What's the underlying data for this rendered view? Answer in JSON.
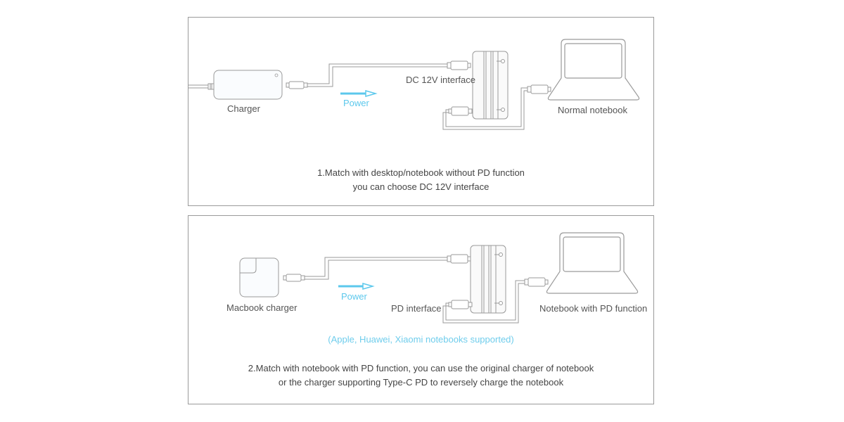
{
  "colors": {
    "accent": "#5cc8ec",
    "line": "#9a9a9a",
    "text": "#555555"
  },
  "panels": [
    {
      "source_label": "Charger",
      "power_label": "Power",
      "interface_label": "DC 12V interface",
      "target_label": "Normal notebook",
      "caption": [
        "1.Match with desktop/notebook without PD function",
        "you can choose DC 12V interface"
      ],
      "icons": [
        "power-adapter-icon",
        "usb-c-plug-icon",
        "power-arrow-icon",
        "hub-icon",
        "laptop-icon"
      ]
    },
    {
      "source_label": "Macbook charger",
      "power_label": "Power",
      "interface_label": "PD interface",
      "target_label": "Notebook with PD function",
      "support_note": "(Apple, Huawei, Xiaomi notebooks supported)",
      "caption": [
        "2.Match with notebook with PD function, you can use the original charger of notebook",
        "or the charger supporting Type-C PD to reversely charge the notebook"
      ],
      "icons": [
        "macbook-charger-icon",
        "usb-c-plug-icon",
        "power-arrow-icon",
        "hub-icon",
        "laptop-icon"
      ]
    }
  ]
}
